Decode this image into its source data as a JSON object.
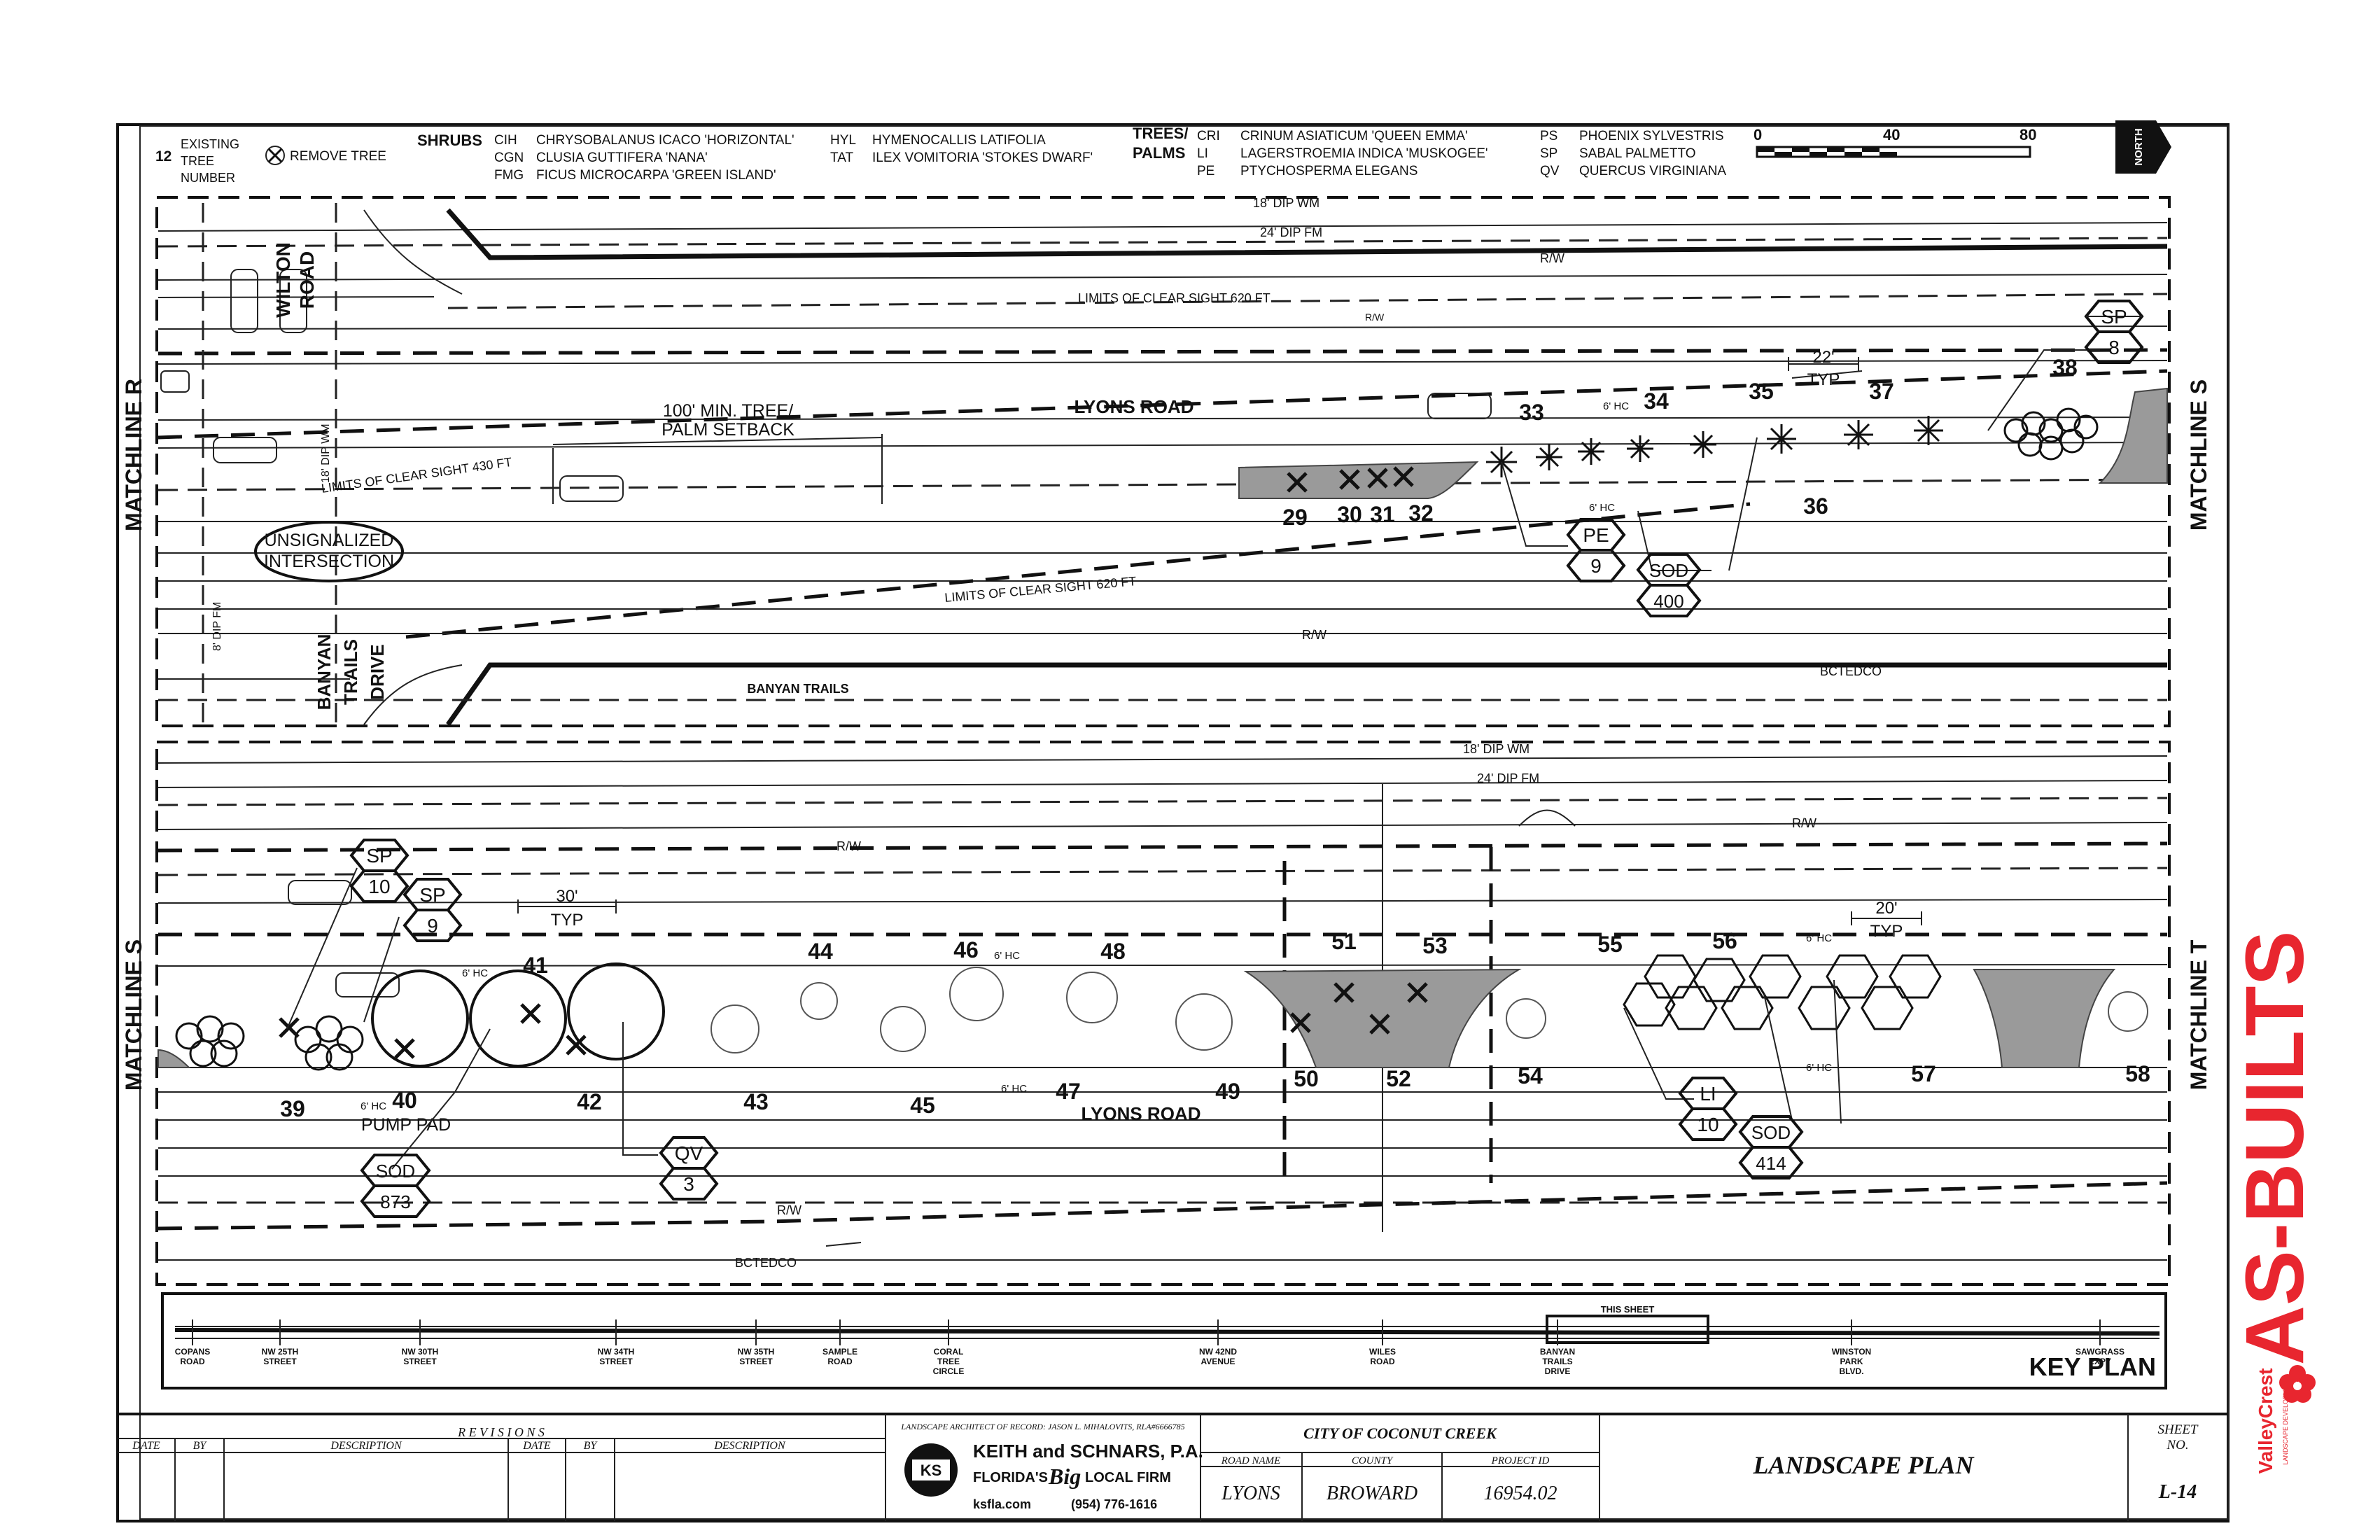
{
  "legend": {
    "tree_number_sample": "12",
    "tree_number_text": [
      "EXISTING",
      "TREE",
      "NUMBER"
    ],
    "remove_tree": "REMOVE TREE",
    "shrubs_title": "SHRUBS",
    "shrubs": [
      {
        "code": "CIH",
        "name": "CHRYSOBALANUS ICACO 'HORIZONTAL'"
      },
      {
        "code": "CGN",
        "name": "CLUSIA GUTTIFERA 'NANA'"
      },
      {
        "code": "FMG",
        "name": "FICUS MICROCARPA 'GREEN ISLAND'"
      }
    ],
    "shrubs2": [
      {
        "code": "HYL",
        "name": "HYMENOCALLIS LATIFOLIA"
      },
      {
        "code": "TAT",
        "name": "ILEX VOMITORIA 'STOKES DWARF'"
      }
    ],
    "trees_title": [
      "TREES/",
      "PALMS"
    ],
    "trees": [
      {
        "code": "CRI",
        "name": "CRINUM ASIATICUM 'QUEEN EMMA'"
      },
      {
        "code": "LI",
        "name": "LAGERSTROEMIA INDICA 'MUSKOGEE'"
      },
      {
        "code": "PE",
        "name": "PTYCHOSPERMA ELEGANS"
      }
    ],
    "trees2": [
      {
        "code": "PS",
        "name": "PHOENIX SYLVESTRIS"
      },
      {
        "code": "SP",
        "name": "SABAL PALMETTO"
      },
      {
        "code": "QV",
        "name": "QUERCUS VIRGINIANA"
      }
    ]
  },
  "scale": {
    "ticks": [
      "0",
      "40",
      "80"
    ]
  },
  "north": "NORTH",
  "top_plan": {
    "matchline_left": "MATCHLINE R",
    "matchline_right": "MATCHLINE S",
    "wilton_road": [
      "WILTON",
      "ROAD"
    ],
    "dip_wm": "18' DIP WM",
    "dip_fm": "24' DIP FM",
    "rw": "R/W",
    "limits_620_top": "LIMITS OF CLEAR SIGHT 620 FT",
    "limits_430": "LIMITS OF CLEAR SIGHT 430 FT",
    "limits_620_bottom": "LIMITS OF CLEAR SIGHT 620 FT",
    "setback": [
      "100' MIN. TREE/",
      "PALM SETBACK"
    ],
    "road": "LYONS ROAD",
    "unsignalized": [
      "UNSIGNALIZED",
      "INTERSECTION"
    ],
    "banyan": [
      "BANYAN",
      "TRAILS",
      "DRIVE"
    ],
    "banyan_trails": "BANYAN TRAILS",
    "dip_wm_v": "18' DIP WM",
    "dip_fm_v": "8' DIP FM",
    "bctedco": "BCTEDCO",
    "hc": "6' HC",
    "typ_dim": [
      "22'",
      "TYP"
    ],
    "tree_numbers": [
      "29",
      "30",
      "31",
      "32",
      "33",
      "34",
      "35",
      "36",
      "37",
      "38"
    ],
    "tags": [
      {
        "code": "SP",
        "qty": "8"
      },
      {
        "code": "PE",
        "qty": "9"
      },
      {
        "code": "SOD",
        "qty": "400"
      }
    ]
  },
  "bottom_plan": {
    "matchline_left": "MATCHLINE S",
    "matchline_right": "MATCHLINE T",
    "dip_wm": "18' DIP WM",
    "dip_fm": "24' DIP FM",
    "rw": "R/W",
    "road": "LYONS ROAD",
    "pump_pad": "PUMP PAD",
    "hc": "6' HC",
    "typ30": [
      "30'",
      "TYP"
    ],
    "typ20": [
      "20'",
      "TYP"
    ],
    "bctedco": "BCTEDCO",
    "tree_numbers": [
      "39",
      "40",
      "41",
      "42",
      "43",
      "44",
      "45",
      "46",
      "47",
      "48",
      "49",
      "50",
      "51",
      "52",
      "53",
      "54",
      "55",
      "56",
      "57",
      "58"
    ],
    "tags": [
      {
        "code": "SP",
        "qty": "10"
      },
      {
        "code": "SP",
        "qty": "9"
      },
      {
        "code": "SOD",
        "qty": "873"
      },
      {
        "code": "QV",
        "qty": "3"
      },
      {
        "code": "LI",
        "qty": "10"
      },
      {
        "code": "SOD",
        "qty": "414"
      }
    ]
  },
  "key_plan": {
    "title": "KEY PLAN",
    "this_sheet": "THIS SHEET",
    "labels": [
      [
        "COPANS",
        "ROAD"
      ],
      [
        "NW 25TH",
        "STREET"
      ],
      [
        "NW 30TH",
        "STREET"
      ],
      [
        "NW 34TH",
        "STREET"
      ],
      [
        "NW 35TH",
        "STREET"
      ],
      [
        "SAMPLE",
        "ROAD"
      ],
      [
        "CORAL",
        "TREE",
        "CIRCLE"
      ],
      [
        "NW 42ND",
        "AVENUE"
      ],
      [
        "WILES",
        "ROAD"
      ],
      [
        "BANYAN",
        "TRAILS",
        "DRIVE"
      ],
      [
        "WINSTON",
        "PARK",
        "BLVD."
      ],
      [
        "SAWGRASS",
        "EXPY"
      ]
    ]
  },
  "title_block": {
    "revisions": "R E V I S I O N S",
    "headers": [
      "DATE",
      "BY",
      "DESCRIPTION",
      "DATE",
      "BY",
      "DESCRIPTION"
    ],
    "architect": "LANDSCAPE ARCHITECT OF RECORD: JASON L. MIHALOVITS, RLA#6666785",
    "firm": "KEITH and SCHNARS, P.A.",
    "firm_logo": "KS",
    "slogan_a": "FLORIDA'S",
    "slogan_b": "Big",
    "slogan_c": "LOCAL FIRM",
    "website": "ksfla.com",
    "phone": "(954) 776-1616",
    "client": "CITY OF COCONUT CREEK",
    "road_name_label": "ROAD NAME",
    "county_label": "COUNTY",
    "project_label": "PROJECT ID",
    "road_name": "LYONS",
    "county": "BROWARD",
    "project_id": "16954.02",
    "sheet_title": "LANDSCAPE PLAN",
    "sheet_no_label": [
      "SHEET",
      "NO."
    ],
    "sheet_no": "L-14"
  },
  "stamp": "AS-BUILTS",
  "brand": "ValleyCrest",
  "brand_sub": "LANDSCAPE DEVELOPMENT",
  "colors": {
    "stamp": "#e8262f",
    "ink": "#111111",
    "hatch": "#9a9a9a"
  }
}
